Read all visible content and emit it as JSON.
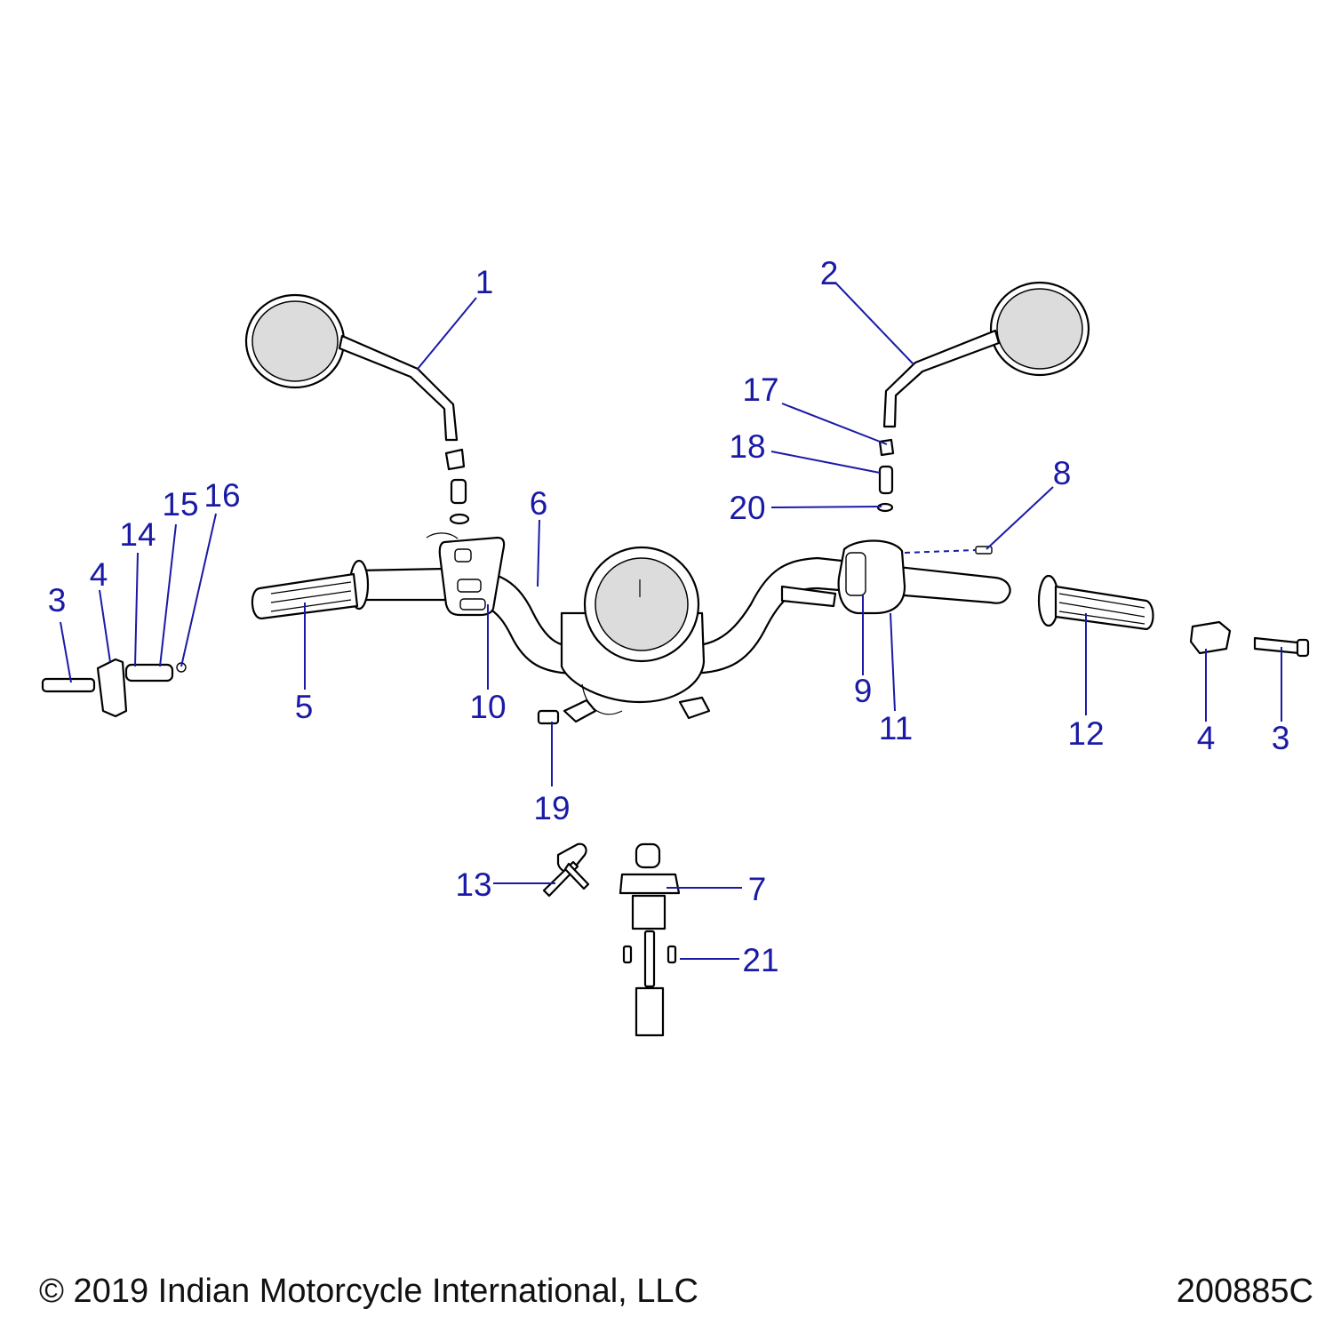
{
  "callouts": {
    "c1": "1",
    "c2": "2",
    "c3a": "3",
    "c3b": "3",
    "c4a": "4",
    "c4b": "4",
    "c5": "5",
    "c6": "6",
    "c7": "7",
    "c8": "8",
    "c9": "9",
    "c10": "10",
    "c11": "11",
    "c12": "12",
    "c13": "13",
    "c14": "14",
    "c15": "15",
    "c16": "16",
    "c17": "17",
    "c18": "18",
    "c19": "19",
    "c20": "20",
    "c21": "21"
  },
  "footer": {
    "copyright": "© 2019 Indian Motorcycle International, LLC",
    "diagram_id": "200885C"
  },
  "colors": {
    "callout": "#1a1aa6",
    "part_fill": "#dcdcdc"
  }
}
